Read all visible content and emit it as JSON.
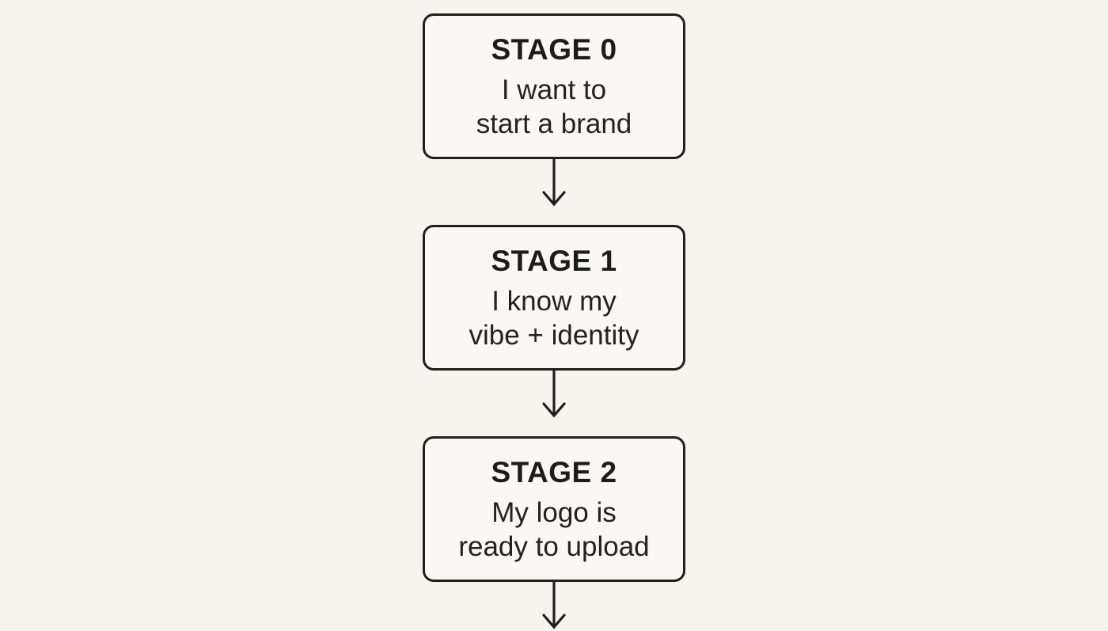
{
  "page": {
    "type": "flowchart",
    "colors": {
      "background": "#f7f4ec",
      "box_fill": "#faf8f1",
      "border": "#1f1f1e",
      "text": "#1c1c1b"
    }
  },
  "flowchart": {
    "stages": [
      {
        "title": "STAGE 0",
        "lines": [
          "I want to",
          "start a brand"
        ]
      },
      {
        "title": "STAGE 1",
        "lines": [
          "I know my",
          "vibe + identity"
        ]
      },
      {
        "title": "STAGE 2",
        "lines": [
          "My logo is",
          "ready to upload"
        ]
      }
    ],
    "connector_icon": "arrow-down-icon"
  }
}
